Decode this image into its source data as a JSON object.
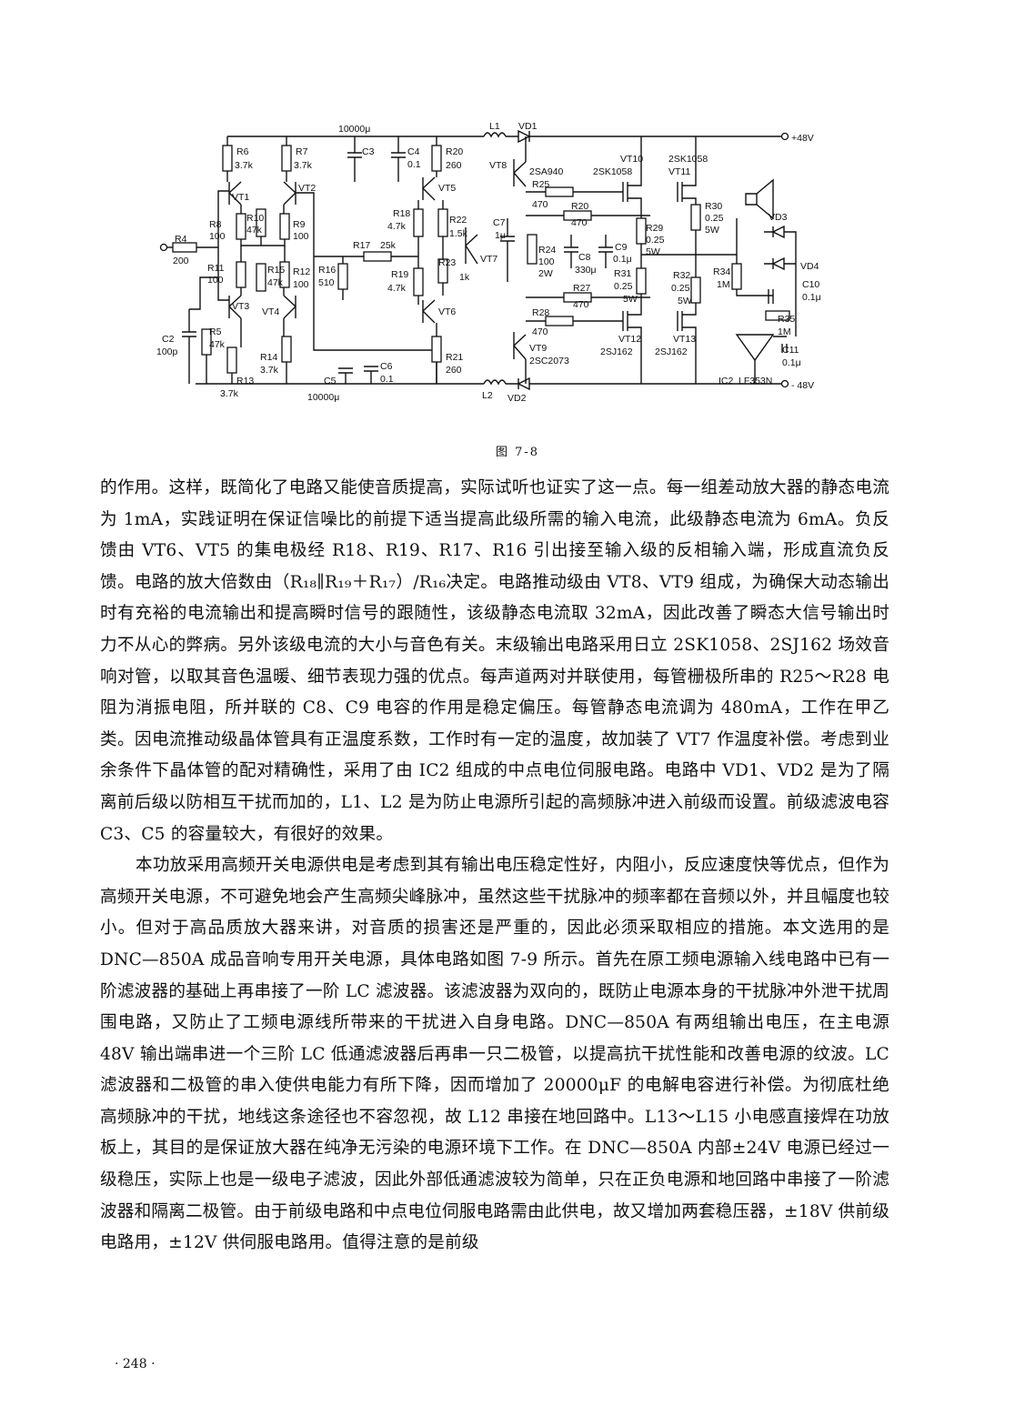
{
  "figure": {
    "caption": "图 7-8",
    "supply_positive": "+48V",
    "supply_negative": "- 48V",
    "components": {
      "r4": "R4",
      "r4_val": "200",
      "c2": "C2",
      "c2_val": "100p",
      "r6": "R6",
      "r6_val": "3.7k",
      "r7": "R7",
      "r7_val": "3.7k",
      "vt1": "VT1",
      "vt2": "VT2",
      "vt3": "VT3",
      "vt4": "VT4",
      "r8": "R8",
      "r8_val": "100",
      "r10": "R10",
      "r10_val": "47k",
      "r9": "R9",
      "r9_val": "100",
      "r11": "R11",
      "r11_val": "100",
      "r15": "R15",
      "r15_val": "47k",
      "r12": "R12",
      "r12_val": "100",
      "r5": "R5",
      "r5_val": "47k",
      "r13": "R13",
      "r13_val": "3.7k",
      "r14": "R14",
      "r14_val": "3.7k",
      "c3_val": "10000μ",
      "c3": "C3",
      "c4": "C4",
      "c4_val": "0.1",
      "r20a": "R20",
      "r20a_val": "260",
      "vt5": "VT5",
      "vt6": "VT6",
      "vt7": "VT7",
      "r18": "R18",
      "r18_val": "4.7k",
      "r22": "R22",
      "r22_val": "1.5k",
      "r17": "R17",
      "r17_val": "25k",
      "r16": "R16",
      "r16_val": "510",
      "r19": "R19",
      "r19_val": "4.7k",
      "r23": "R23",
      "r23_val": "1k",
      "r21": "R21",
      "r21_val": "260",
      "c5": "C5",
      "c5_val": "10000μ",
      "c6": "C6",
      "c6_val": "0.1",
      "l1": "L1",
      "vd1": "VD1",
      "l2": "L2",
      "vd2": "VD2",
      "vt8": "VT8",
      "vt8_type": "2SA940",
      "vt9": "VT9",
      "vt9_type": "2SC2073",
      "r25": "R25",
      "r25_val": "470",
      "r20b": "R20",
      "r20b_val": "470",
      "c7": "C7",
      "c7_val": "1μ",
      "r24": "R24",
      "r24_val": "100",
      "r24_pwr": "2W",
      "c8": "C8",
      "c8_val": "330μ",
      "c9": "C9",
      "c9_val": "0.1μ",
      "r27": "R27",
      "r27_val": "470",
      "r28": "R28",
      "r28_val": "470",
      "vt10": "VT10",
      "vt10_type": "2SK1058",
      "vt11": "VT11",
      "vt11_type": "2SK1058",
      "vt12": "VT12",
      "vt12_type": "2SJ162",
      "vt13": "VT13",
      "vt13_type": "2SJ162",
      "r29": "R29",
      "r29_val": "0.25",
      "r29_pwr": "5W",
      "r30": "R30",
      "r30_val": "0.25",
      "r30_pwr": "5W",
      "r31": "R31",
      "r31_val": "0.25",
      "r31_pwr": "5W",
      "r32": "R32",
      "r32_val": "0.25",
      "r32_pwr": "5W",
      "r34": "R34",
      "r34_val": "1M",
      "r35": "R35",
      "r35_val": "1M",
      "vd3": "VD3",
      "vd4": "VD4",
      "c10": "C10",
      "c10_val": "0.1μ",
      "c11": "C11",
      "c11_val": "0.1μ",
      "ic2": "IC2",
      "ic2_type": "LF353N"
    }
  },
  "paragraphs": [
    "的作用。这样，既简化了电路又能使音质提高，实际试听也证实了这一点。每一组差动放大器的静态电流为 1mA，实践证明在保证信噪比的前提下适当提高此级所需的输入电流，此级静态电流为 6mA。负反馈由 VT6、VT5 的集电极经 R18、R19、R17、R16 引出接至输入级的反相输入端，形成直流负反馈。电路的放大倍数由（R₁₈∥R₁₉＋R₁₇）/R₁₆决定。电路推动级由 VT8、VT9 组成，为确保大动态输出时有充裕的电流输出和提高瞬时信号的跟随性，该级静态电流取 32mA，因此改善了瞬态大信号输出时力不从心的弊病。另外该级电流的大小与音色有关。末级输出电路采用日立 2SK1058、2SJ162 场效音响对管，以取其音色温暖、细节表现力强的优点。每声道两对并联使用，每管栅极所串的 R25～R28 电阻为消振电阻，所并联的 C8、C9 电容的作用是稳定偏压。每管静态电流调为 480mA，工作在甲乙类。因电流推动级晶体管具有正温度系数，工作时有一定的温度，故加装了 VT7 作温度补偿。考虑到业余条件下晶体管的配对精确性，采用了由 IC2 组成的中点电位伺服电路。电路中 VD1、VD2 是为了隔离前后级以防相互干扰而加的，L1、L2 是为防止电源所引起的高频脉冲进入前级而设置。前级滤波电容 C3、C5 的容量较大，有很好的效果。",
    "本功放采用高频开关电源供电是考虑到其有输出电压稳定性好，内阻小，反应速度快等优点，但作为高频开关电源，不可避免地会产生高频尖峰脉冲，虽然这些干扰脉冲的频率都在音频以外，并且幅度也较小。但对于高品质放大器来讲，对音质的损害还是严重的，因此必须采取相应的措施。本文选用的是 DNC—850A 成品音响专用开关电源，具体电路如图 7-9 所示。首先在原工频电源输入线电路中已有一阶滤波器的基础上再串接了一阶 LC 滤波器。该滤波器为双向的，既防止电源本身的干扰脉冲外泄干扰周围电路，又防止了工频电源线所带来的干扰进入自身电路。DNC—850A 有两组输出电压，在主电源 48V 输出端串进一个三阶 LC 低通滤波器后再串一只二极管，以提高抗干扰性能和改善电源的纹波。LC 滤波器和二极管的串入使供电能力有所下降，因而增加了 20000μF 的电解电容进行补偿。为彻底杜绝高频脉冲的干扰，地线这条途径也不容忽视，故 L12 串接在地回路中。L13～L15 小电感直接焊在功放板上，其目的是保证放大器在纯净无污染的电源环境下工作。在 DNC—850A 内部±24V 电源已经过一级稳压，实际上也是一级电子滤波，因此外部低通滤波较为简单，只在正负电源和地回路中串接了一阶滤波器和隔离二极管。由于前级电路和中点电位伺服电路需由此供电，故又增加两套稳压器，±18V 供前级电路用，±12V 供伺服电路用。值得注意的是前级"
  ],
  "page_number": "· 248 ·"
}
